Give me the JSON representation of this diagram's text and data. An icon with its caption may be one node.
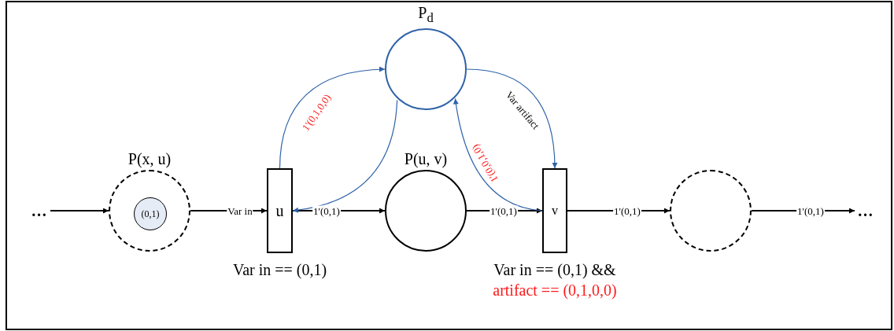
{
  "diagram": {
    "nodes": [
      {
        "text": [
          "…"
        ]
      },
      {
        "text": [
          "P(x, u)"
        ]
      },
      {
        "text": [
          "(0,1)"
        ],
        "in": 1
      },
      {
        "text": [
          "u"
        ],
        "beside": [
          "Var in == (0,1)"
        ]
      },
      {
        "text": [
          "P(u, v)"
        ]
      },
      {
        "text": [
          "P$_{d}$"
        ]
      },
      {
        "text": [
          "v"
        ],
        "beside": [
          "Var in == (0,1) &&",
          "artifact == (0,1,0,0)"
        ]
      },
      {
        "text": [],
        "shape": "circle"
      },
      {
        "text": [
          "…"
        ]
      }
    ],
    "edges": [
      {
        "from": 0,
        "to": 1,
        "arrow": "to"
      },
      {
        "from": 1,
        "to": 3,
        "arrow": "to",
        "label": "Var in"
      },
      {
        "from": 3,
        "to": 4,
        "arrow": "to",
        "label": "1'(0,1)"
      },
      {
        "from": 4,
        "to": 6,
        "arrow": "to",
        "label": "1'(0,1)"
      },
      {
        "from": 6,
        "to": 7,
        "arrow": "to",
        "label": "1'(0,1)"
      },
      {
        "from": 7,
        "to": 8,
        "arrow": "to",
        "label": "1'(0,1)"
      },
      {
        "from": 3,
        "to": 5,
        "arrow": "to",
        "label": "1'(0,1,0,0)",
        "color": "#2e62a8"
      },
      {
        "from": 5,
        "to": 3,
        "arrow": "to",
        "color": "#2e62a8"
      },
      {
        "from": 6,
        "to": 5,
        "arrow": "to",
        "label": "1'(0,0,1,0)",
        "color": "#2e62a8"
      },
      {
        "from": 5,
        "to": 6,
        "arrow": "to",
        "label": "Var artifact",
        "color": "#2e62a8"
      }
    ]
  }
}
